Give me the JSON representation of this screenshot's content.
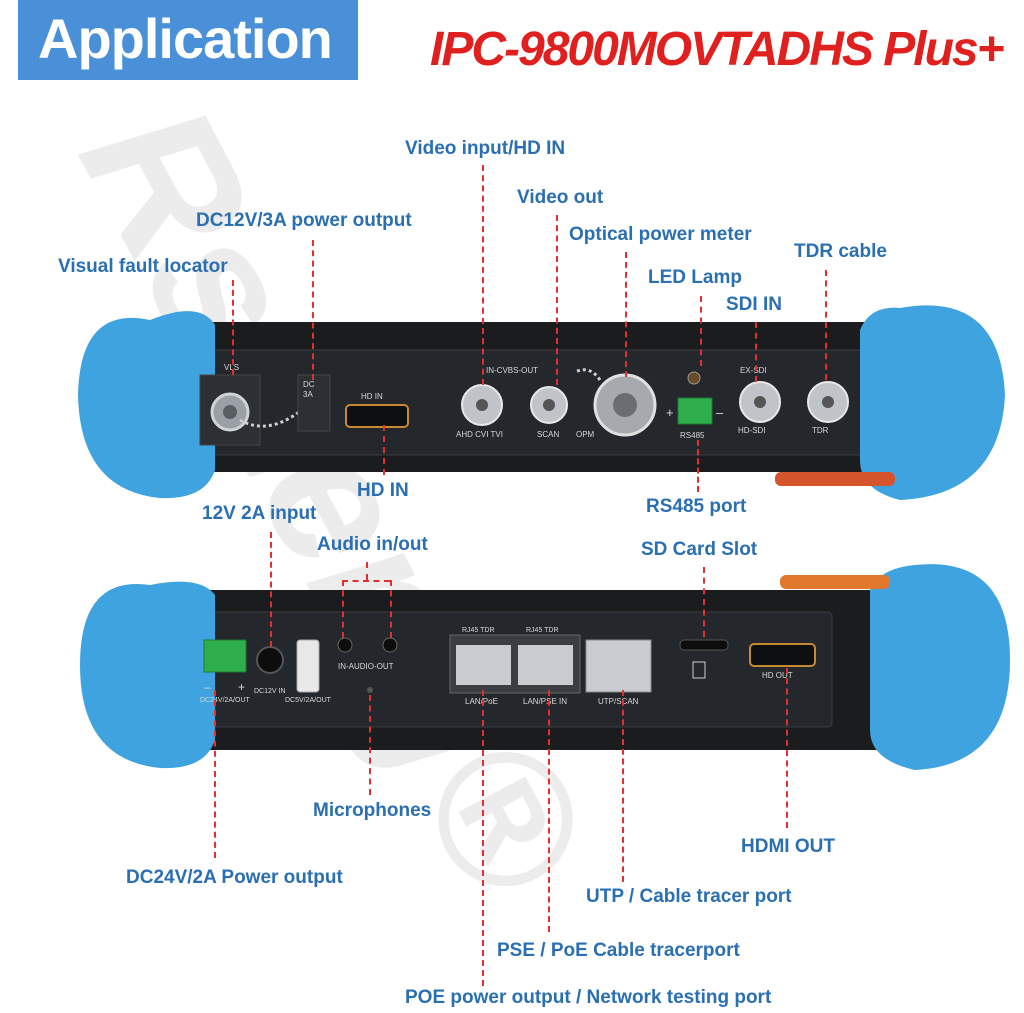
{
  "header": {
    "title": "Application",
    "model": "IPC-9800MOVTADHS Plus+"
  },
  "watermark": "Rsrteng®",
  "colors": {
    "accent": "#4a90d9",
    "model_red": "#e0201e",
    "label_blue": "#2b6fb3",
    "leader_red": "#e03030",
    "bumper_blue": "#3fa3df",
    "panel_dark": "#1f2124"
  },
  "top_panel": {
    "labels": {
      "visual_fault_locator": "Visual fault locator",
      "dc12v_output": "DC12V/3A power output",
      "video_input": "Video input/HD IN",
      "video_out": "Video out",
      "optical_power_meter": "Optical power meter",
      "led_lamp": "LED Lamp",
      "sdi_in": "SDI IN",
      "tdr_cable": "TDR cable",
      "hd_in": "HD IN",
      "rs485_port": "RS485 port"
    },
    "silk": {
      "vls": "VLS",
      "dc": "DC",
      "dc_sub": "3A",
      "hd_in": "HD IN",
      "cvbs": "IN-CVBS-OUT",
      "ahd": "AHD CVI TVI",
      "scan": "SCAN",
      "opm": "OPM",
      "rs485": "RS485",
      "plus": "+",
      "minus": "–",
      "ex_sdi": "EX-SDI",
      "hd_sdi": "HD-SDI",
      "tdr": "TDR"
    }
  },
  "bottom_panel": {
    "labels": {
      "input_12v": "12V 2A input",
      "audio": "Audio in/out",
      "sd_card": "SD Card Slot",
      "microphones": "Microphones",
      "hdmi_out": "HDMI OUT",
      "dc24v": "DC24V/2A Power output",
      "utp": "UTP / Cable tracer port",
      "pse": "PSE / PoE Cable tracerport",
      "poe": "POE power output / Network testing port"
    },
    "silk": {
      "minus": "–",
      "plus": "+",
      "dc24": "DC24V/2A/OUT",
      "dc12in": "DC12V IN",
      "dc5v": "DC5V/2A/OUT",
      "audio": "IN-AUDIO-OUT",
      "rj45_1": "RJ45 TDR",
      "rj45_2": "RJ45 TDR",
      "lan_poe": "LAN/PoE",
      "lan_pse": "LAN/PSE IN",
      "utp_scan": "UTP/SCAN",
      "hd_out": "HD OUT"
    }
  }
}
